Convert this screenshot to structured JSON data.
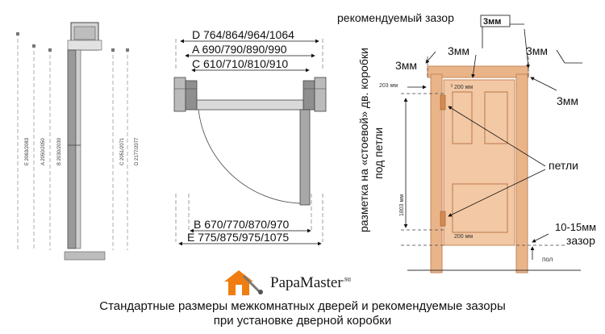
{
  "left_frame": {
    "dims": [
      "E 2063/2083",
      "A 2050/2050",
      "B 2030/2030",
      "C 2051/2071",
      "D 2177/2077"
    ]
  },
  "top_view": {
    "row_d": "D 764/864/964/1064",
    "row_a": "A 690/790/890/990",
    "row_c": "C 610/710/810/910",
    "row_b": "B 670/770/870/970",
    "row_e": "E 775/875/975/1075"
  },
  "right_door": {
    "gap_title": "рекомендуемый зазор",
    "gap_3mm": "3мм",
    "label_203": "203 мм",
    "label_200_top": "200 мм",
    "label_200_bottom": "200 мм",
    "label_1803": "1803 мм",
    "vertical_text_1": "разметка на «стоевой» дв. коробки",
    "vertical_text_2": "под петли",
    "hinges": "петли",
    "gap_bottom_value": "10-15мм",
    "gap_bottom_word": "зазор",
    "floor": "пол"
  },
  "logo": {
    "name": "PapaMaster",
    "suffix": ".su"
  },
  "caption": {
    "line1": "Стандартные размеры межкомнатных дверей и рекомендуемые зазоры",
    "line2": "при установке дверной коробки"
  },
  "colors": {
    "door_fill": "#f3c8a4",
    "frame_fill": "#eab489",
    "door_stroke": "#c4865a",
    "logo_orange": "#ef7d12"
  }
}
